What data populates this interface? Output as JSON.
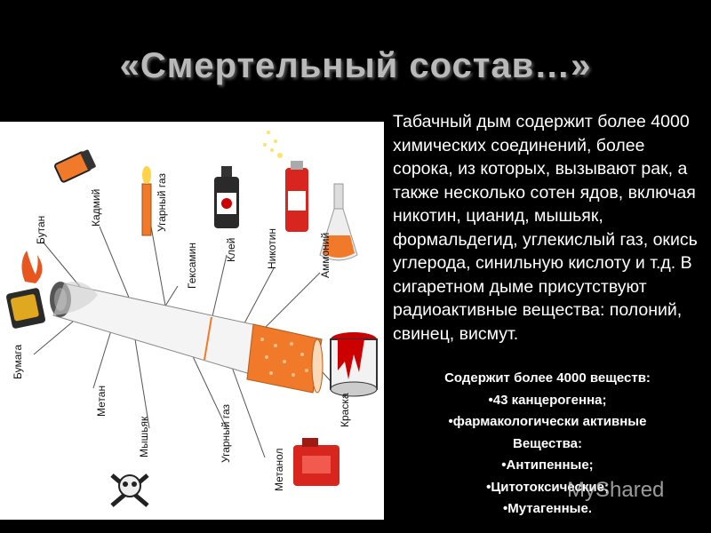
{
  "slide": {
    "title": "«Смертельный состав…»",
    "paragraph": "Табачный дым содержит более 4000 химических соединений, более сорока, из которых, вызывают рак, а также несколько сотен ядов, включая никотин, цианид, мышьяк, формальдегид, углекислый газ, окись углерода, синильную кислоту и т.д. В сигаретном дыме присутствуют радиоактивные вещества: полоний, свинец, висмут.",
    "list": [
      "Содержит более 4000 веществ:",
      "•43 канцерогенна;",
      "•фармакологически активные",
      "Вещества:",
      "•Антипенные;",
      "•Цитотоксические;",
      "•Мутагенные."
    ]
  },
  "diagram": {
    "labels": {
      "kadmiy": "Кадмий",
      "ugarny_gaz_top": "Угарный газ",
      "klei": "Клей",
      "nikotin": "Никотин",
      "ammoniy": "Аммоний",
      "butan": "Бутан",
      "geksamin": "Гексамин",
      "bumaga": "Бумага",
      "metan": "Метан",
      "myshyak": "Мышьяк",
      "ugarny_gaz_bottom": "Угарный газ",
      "metanol": "Метанол",
      "kraska": "Краска"
    }
  },
  "watermark": "MyShared",
  "colors": {
    "background": "#000000",
    "title": "#b9b9b9",
    "text": "#ffffff",
    "filter": "#f07a2a"
  }
}
